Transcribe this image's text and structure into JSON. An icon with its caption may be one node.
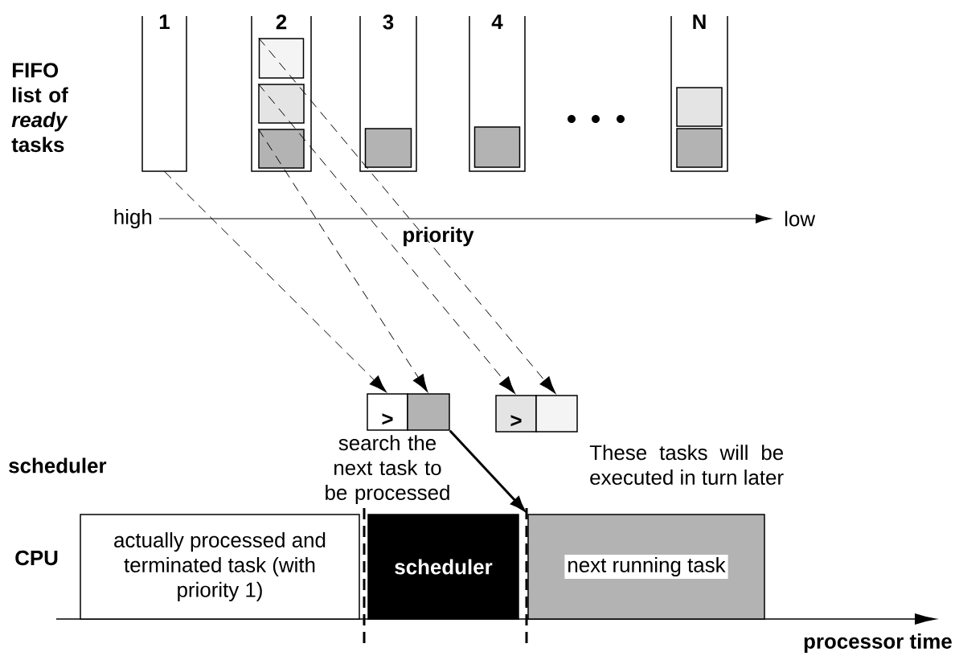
{
  "diagram": {
    "nodes": [
      {
        "text": [
          "1"
        ]
      },
      {
        "text": [
          "2"
        ]
      },
      {
        "text": [],
        "shape": "box",
        "in": 1
      },
      {
        "text": [],
        "shape": "box",
        "in": 1
      },
      {
        "text": [],
        "shape": "box",
        "in": 1
      },
      {
        "text": [
          "3"
        ]
      },
      {
        "text": [],
        "shape": "box",
        "in": 5
      },
      {
        "text": [
          "4"
        ]
      },
      {
        "text": [],
        "shape": "box",
        "in": 7
      },
      {
        "text": [
          "N"
        ]
      },
      {
        "text": [],
        "shape": "box",
        "in": 9
      },
      {
        "text": [],
        "shape": "box",
        "in": 9
      },
      {
        "text": [
          ">"
        ]
      },
      {
        "text": [],
        "shape": "box"
      },
      {
        "text": [
          ">"
        ]
      },
      {
        "text": [],
        "shape": "box"
      },
      {
        "text": [
          "actually processed and terminated task (with priority 1)"
        ]
      },
      {
        "text": [
          "scheduler"
        ]
      },
      {
        "text": [
          "next running task"
        ]
      }
    ],
    "edges": [
      {
        "from": 0,
        "to": 12,
        "arrow": "to",
        "style": "dashed"
      },
      {
        "from": 4,
        "to": 13,
        "arrow": "to",
        "style": "dashed"
      },
      {
        "from": 3,
        "to": 14,
        "arrow": "to",
        "style": "dashed"
      },
      {
        "from": 2,
        "to": 15,
        "arrow": "to",
        "style": "dashed"
      },
      {
        "from": 13,
        "to": 18,
        "arrow": "to",
        "style": "thick"
      }
    ],
    "labels": [
      "FIFO list of *ready* tasks",
      "high",
      "low",
      "priority",
      "scheduler",
      "search the next task to be processed",
      "These tasks will be executed in turn later",
      "CPU",
      "processor time"
    ]
  }
}
